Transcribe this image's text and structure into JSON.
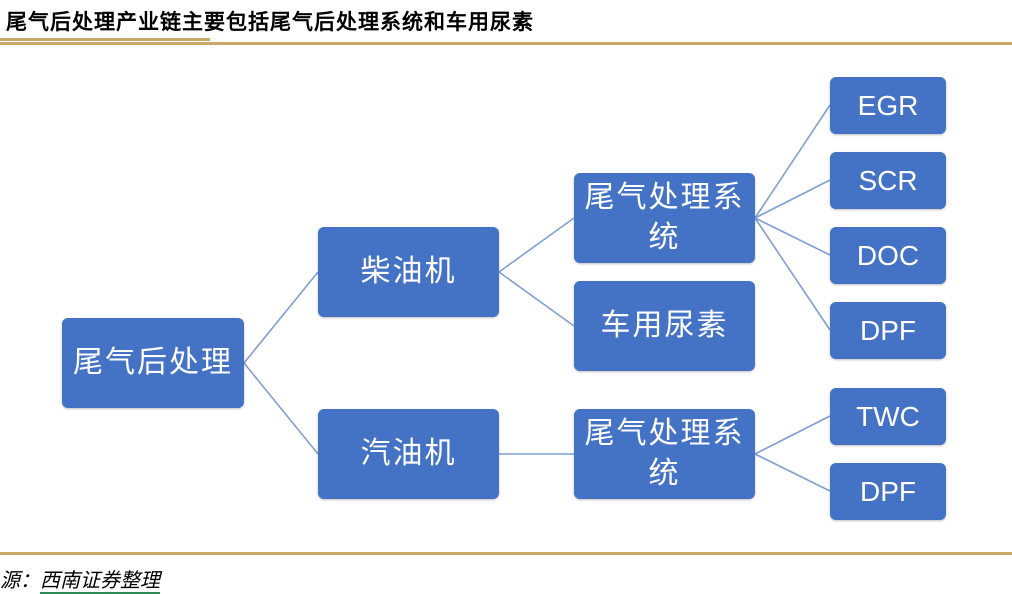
{
  "title": "尾气后处理产业链主要包括尾气后处理系统和车用尿素",
  "source": {
    "prefix": "源：",
    "name": "西南证券整理"
  },
  "nodes": {
    "root": "尾气后处理",
    "diesel": "柴油机",
    "gasoline": "汽油机",
    "diesel_system": "尾气处理系统",
    "urea": "车用尿素",
    "gasoline_system": "尾气处理系统",
    "egr": "EGR",
    "scr": "SCR",
    "doc": "DOC",
    "dpf_diesel": "DPF",
    "twc": "TWC",
    "dpf_gasoline": "DPF"
  },
  "colors": {
    "node_fill": "#4472C4",
    "rule": "#C9A86A",
    "connector": "#7F9FD3"
  }
}
